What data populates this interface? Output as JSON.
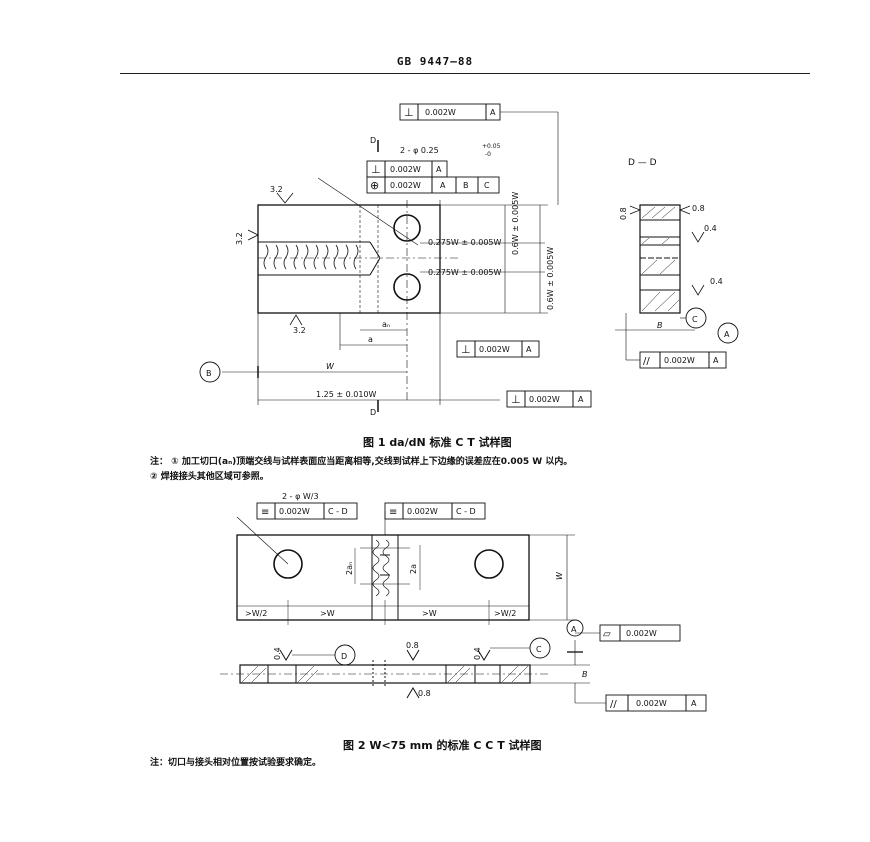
{
  "header": {
    "standard": "GB 9447—88"
  },
  "figure1": {
    "section_labels": {
      "top": "D",
      "bottom": "D",
      "view": "D — D"
    },
    "hole_spec": "2 - φ 0.25",
    "tol_plus": "+0.05",
    "tol_minus": "-0",
    "frames": [
      {
        "symbol": "⊥",
        "value": "0.002W",
        "datum": "A"
      },
      {
        "symbol": "⊥",
        "value": "0.002W",
        "datum": "A"
      },
      {
        "symbol": "⊕",
        "value": "0.002W",
        "datums": [
          "A",
          "B",
          "C"
        ]
      },
      {
        "symbol": "⊥",
        "value": "0.002W",
        "datum": "A"
      },
      {
        "symbol": "⊥",
        "value": "0.002W",
        "datum": "A"
      },
      {
        "symbol": "//",
        "value": "0.002W",
        "datum": "A"
      }
    ],
    "roughness": [
      "3.2",
      "3.2",
      "3.2",
      "0.8",
      "0.8",
      "0.4",
      "0.4"
    ],
    "dims": {
      "upper": "0.275W ± 0.005W",
      "lower": "0.275W ± 0.005W",
      "v1": "0.6W ± 0.005W",
      "v2": "0.6W ± 0.005W",
      "an": "aₙ",
      "a": "a",
      "w": "W",
      "total": "1.25 ± 0.010W",
      "b": "B"
    },
    "datum_labels": [
      "B",
      "A",
      "C"
    ],
    "caption": "图  1    da/dN 标准 C T 试样图",
    "notes": [
      "注：  ①  加工切口(aₙ)顶端交线与试样表面应当距离相等,交线到试样上下边缘的误差应在0.005 W 以内。",
      "       ②  焊接接头其他区域可参照。"
    ]
  },
  "figure2": {
    "hole_spec": "2 - φ    W/3",
    "frames": [
      {
        "symbol": "≡",
        "value": "0.002W",
        "datum": "C - D"
      },
      {
        "symbol": "≡",
        "value": "0.002W",
        "datum": "C - D"
      },
      {
        "symbol": "▱",
        "value": "0.002W"
      },
      {
        "symbol": "//",
        "value": "0.002W",
        "datum": "A"
      }
    ],
    "dims": {
      "w": "W",
      "two_an": "2aₙ",
      "two_a": "2a",
      "segments": [
        ">W/2",
        ">W",
        ">W",
        ">W/2"
      ],
      "b": "B"
    },
    "roughness": [
      "0.4",
      "0.8",
      "0.4",
      "0.8"
    ],
    "datum_labels": [
      "D",
      "C",
      "A"
    ],
    "caption": "图  2    W<75 mm 的标准 C C T 试样图",
    "note": "注：切口与接头相对位置按试验要求确定。"
  }
}
